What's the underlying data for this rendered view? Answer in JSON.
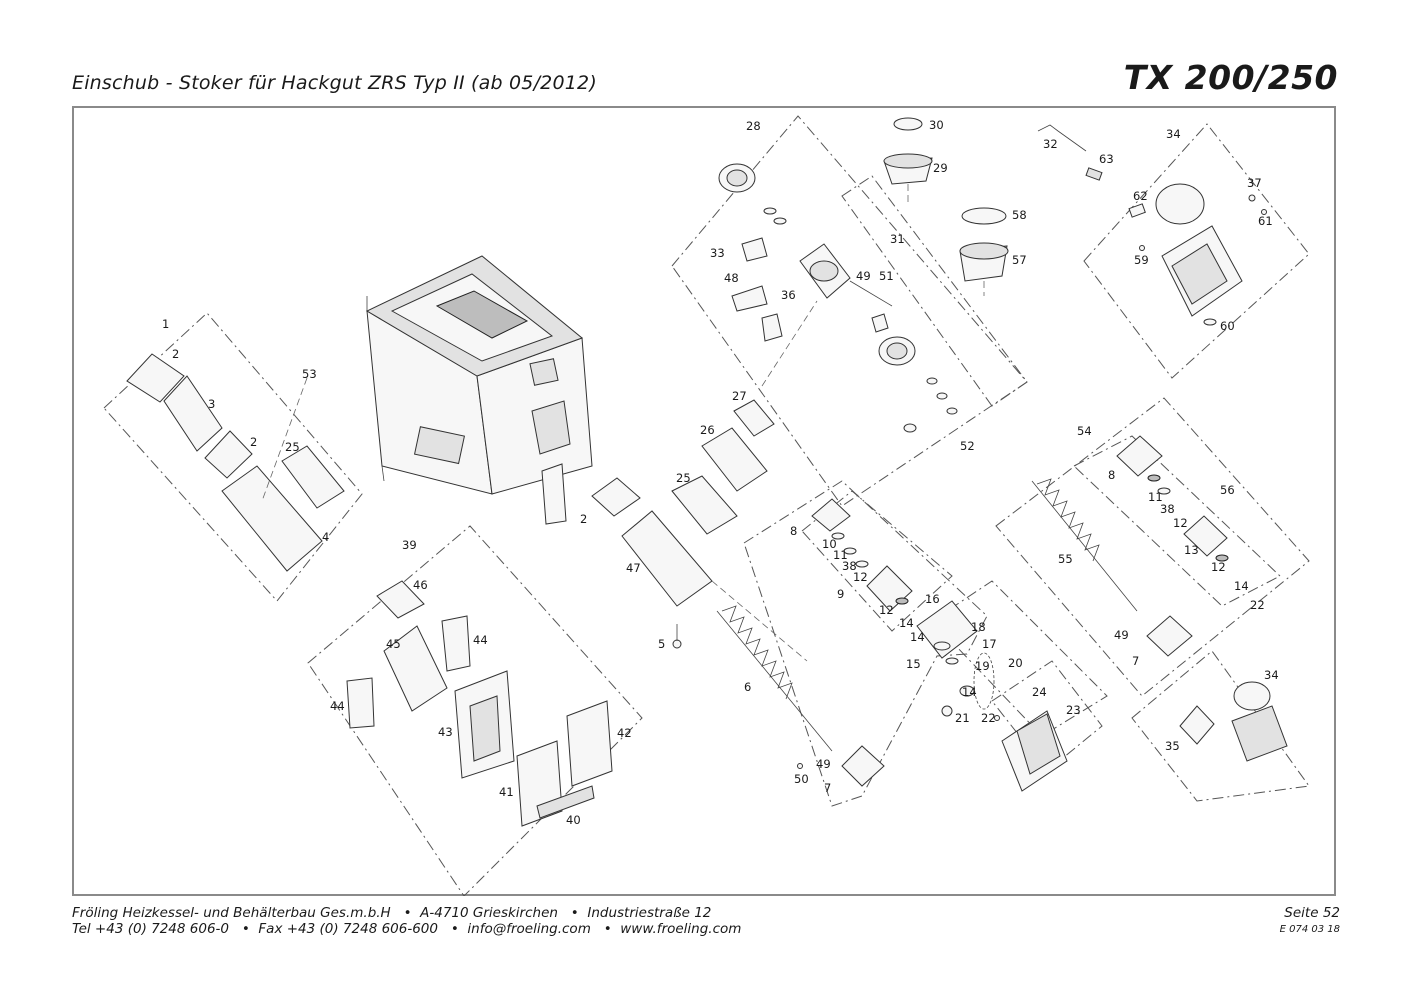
{
  "header": {
    "title": "Einschub - Stoker für Hackgut ZRS Typ II (ab 05/2012)",
    "model": "TX 200/250"
  },
  "footer": {
    "line1": "Fröling Heizkessel- und Behälterbau Ges.m.b.H   •  A-4710 Grieskirchen   •  Industriestraße 12",
    "line2": "Tel +43 (0) 7248 606-0   •  Fax +43 (0) 7248 606-600   •  info@froeling.com   •  www.froeling.com",
    "page": "Seite 52",
    "code": "E 074 03 18"
  },
  "labels": {
    "n1": "1",
    "n2": "2",
    "n3": "3",
    "n4": "4",
    "n5": "5",
    "n6": "6",
    "n7": "7",
    "n8": "8",
    "n9": "9",
    "n10": "10",
    "n11": "11",
    "n12": "12",
    "n13": "13",
    "n14": "14",
    "n15": "15",
    "n16": "16",
    "n17": "17",
    "n18": "18",
    "n19": "19",
    "n20": "20",
    "n21": "21",
    "n22": "22",
    "n23": "23",
    "n24": "24",
    "n25": "25",
    "n26": "26",
    "n27": "27",
    "n28": "28",
    "n29": "29",
    "n30": "30",
    "n31": "31",
    "n32": "32",
    "n33": "33",
    "n34": "34",
    "n35": "35",
    "n36": "36",
    "n37": "37",
    "n38": "38",
    "n39": "39",
    "n40": "40",
    "n41": "41",
    "n42": "42",
    "n43": "43",
    "n44": "44",
    "n45": "45",
    "n46": "46",
    "n47": "47",
    "n48": "48",
    "n49": "49",
    "n50": "50",
    "n51": "51",
    "n52": "52",
    "n53": "53",
    "n54": "54",
    "n55": "55",
    "n56": "56",
    "n57": "57",
    "n58": "58",
    "n59": "59",
    "n60": "60",
    "n61": "61",
    "n62": "62",
    "n63": "63"
  }
}
